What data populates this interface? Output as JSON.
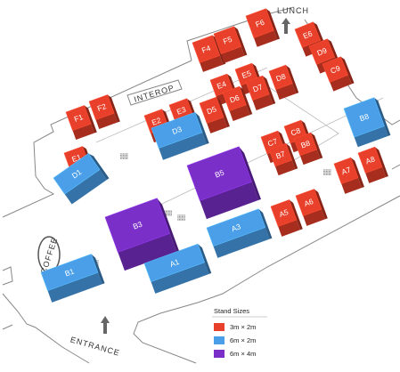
{
  "colors": {
    "small": "#e8402a",
    "medium": "#4a9fe8",
    "large": "#7b2fc9"
  },
  "signs": {
    "lunch": "LUNCH",
    "interop": "INTEROP",
    "coffee": "COFFEE",
    "entrance": "ENTRANCE"
  },
  "legend": {
    "title": "Stand Sizes",
    "items": [
      {
        "label": "3m × 2m",
        "size": "small"
      },
      {
        "label": "6m × 2m",
        "size": "medium"
      },
      {
        "label": "6m × 4m",
        "size": "large"
      }
    ]
  },
  "stands": [
    {
      "id": "F6",
      "size": "small"
    },
    {
      "id": "F4",
      "size": "small"
    },
    {
      "id": "F5",
      "size": "small"
    },
    {
      "id": "E6",
      "size": "small"
    },
    {
      "id": "D9",
      "size": "small"
    },
    {
      "id": "C9",
      "size": "small"
    },
    {
      "id": "E4",
      "size": "small"
    },
    {
      "id": "E5",
      "size": "small"
    },
    {
      "id": "D6",
      "size": "small"
    },
    {
      "id": "D7",
      "size": "small"
    },
    {
      "id": "D8",
      "size": "small"
    },
    {
      "id": "E2",
      "size": "small"
    },
    {
      "id": "E3",
      "size": "small"
    },
    {
      "id": "D5",
      "size": "small"
    },
    {
      "id": "D3",
      "size": "medium"
    },
    {
      "id": "F1",
      "size": "small"
    },
    {
      "id": "F2",
      "size": "small"
    },
    {
      "id": "E1",
      "size": "small"
    },
    {
      "id": "D1",
      "size": "medium"
    },
    {
      "id": "B8",
      "size": "medium"
    },
    {
      "id": "C7",
      "size": "small"
    },
    {
      "id": "C8",
      "size": "small"
    },
    {
      "id": "B7",
      "size": "small"
    },
    {
      "id": "B8",
      "size": "small"
    },
    {
      "id": "A7",
      "size": "small"
    },
    {
      "id": "A8",
      "size": "small"
    },
    {
      "id": "B5",
      "size": "large"
    },
    {
      "id": "B3",
      "size": "large"
    },
    {
      "id": "A5",
      "size": "small"
    },
    {
      "id": "A6",
      "size": "small"
    },
    {
      "id": "A3",
      "size": "medium"
    },
    {
      "id": "A1",
      "size": "medium"
    },
    {
      "id": "B1",
      "size": "medium"
    }
  ]
}
